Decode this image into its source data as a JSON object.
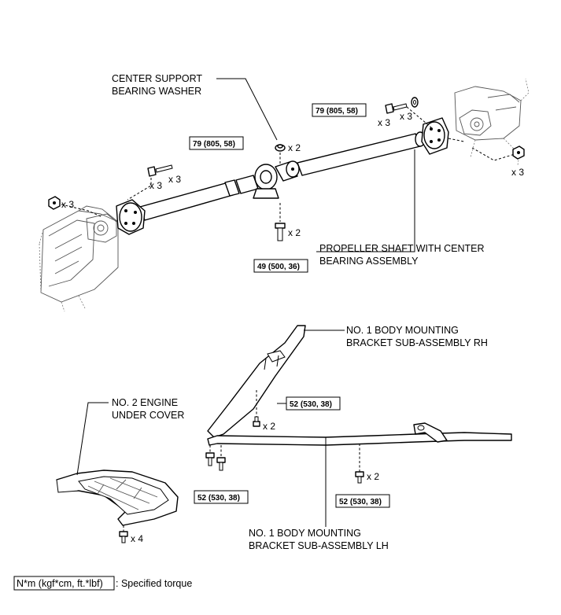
{
  "labels": {
    "center_support_line1": "CENTER SUPPORT",
    "center_support_line2": "BEARING WASHER",
    "propeller_line1": "PROPELLER SHAFT WITH CENTER",
    "propeller_line2": "BEARING ASSEMBLY",
    "bracket_rh_line1": "NO. 1 BODY MOUNTING",
    "bracket_rh_line2": "BRACKET SUB-ASSEMBLY RH",
    "engine_cover_line1": "NO. 2 ENGINE",
    "engine_cover_line2": "UNDER COVER",
    "bracket_lh_line1": "NO. 1 BODY MOUNTING",
    "bracket_lh_line2": "BRACKET SUB-ASSEMBLY LH"
  },
  "torques": {
    "rear_flange": "79 (805, 58)",
    "front_flange": "79 (805, 58)",
    "center_bearing": "49 (500, 36)",
    "bracket_rh": "52 (530, 38)",
    "bracket_lh_left": "52 (530, 38)",
    "bracket_lh_right": "52 (530, 38)"
  },
  "quantities": {
    "washer": "x 2",
    "rear_bolt": "x 3",
    "rear_washer": "x 3",
    "rear_nut": "x 3",
    "front_bolt": "x 3",
    "front_washer": "x 3",
    "front_nut": "x 3",
    "center_bolt": "x 2",
    "bracket_rh_bolt": "x 2",
    "bracket_lh_bolt": "x 2",
    "cover_bolt": "x 4"
  },
  "legend": {
    "unit_box": "N*m (kgf*cm, ft.*lbf)",
    "description": ": Specified torque"
  }
}
